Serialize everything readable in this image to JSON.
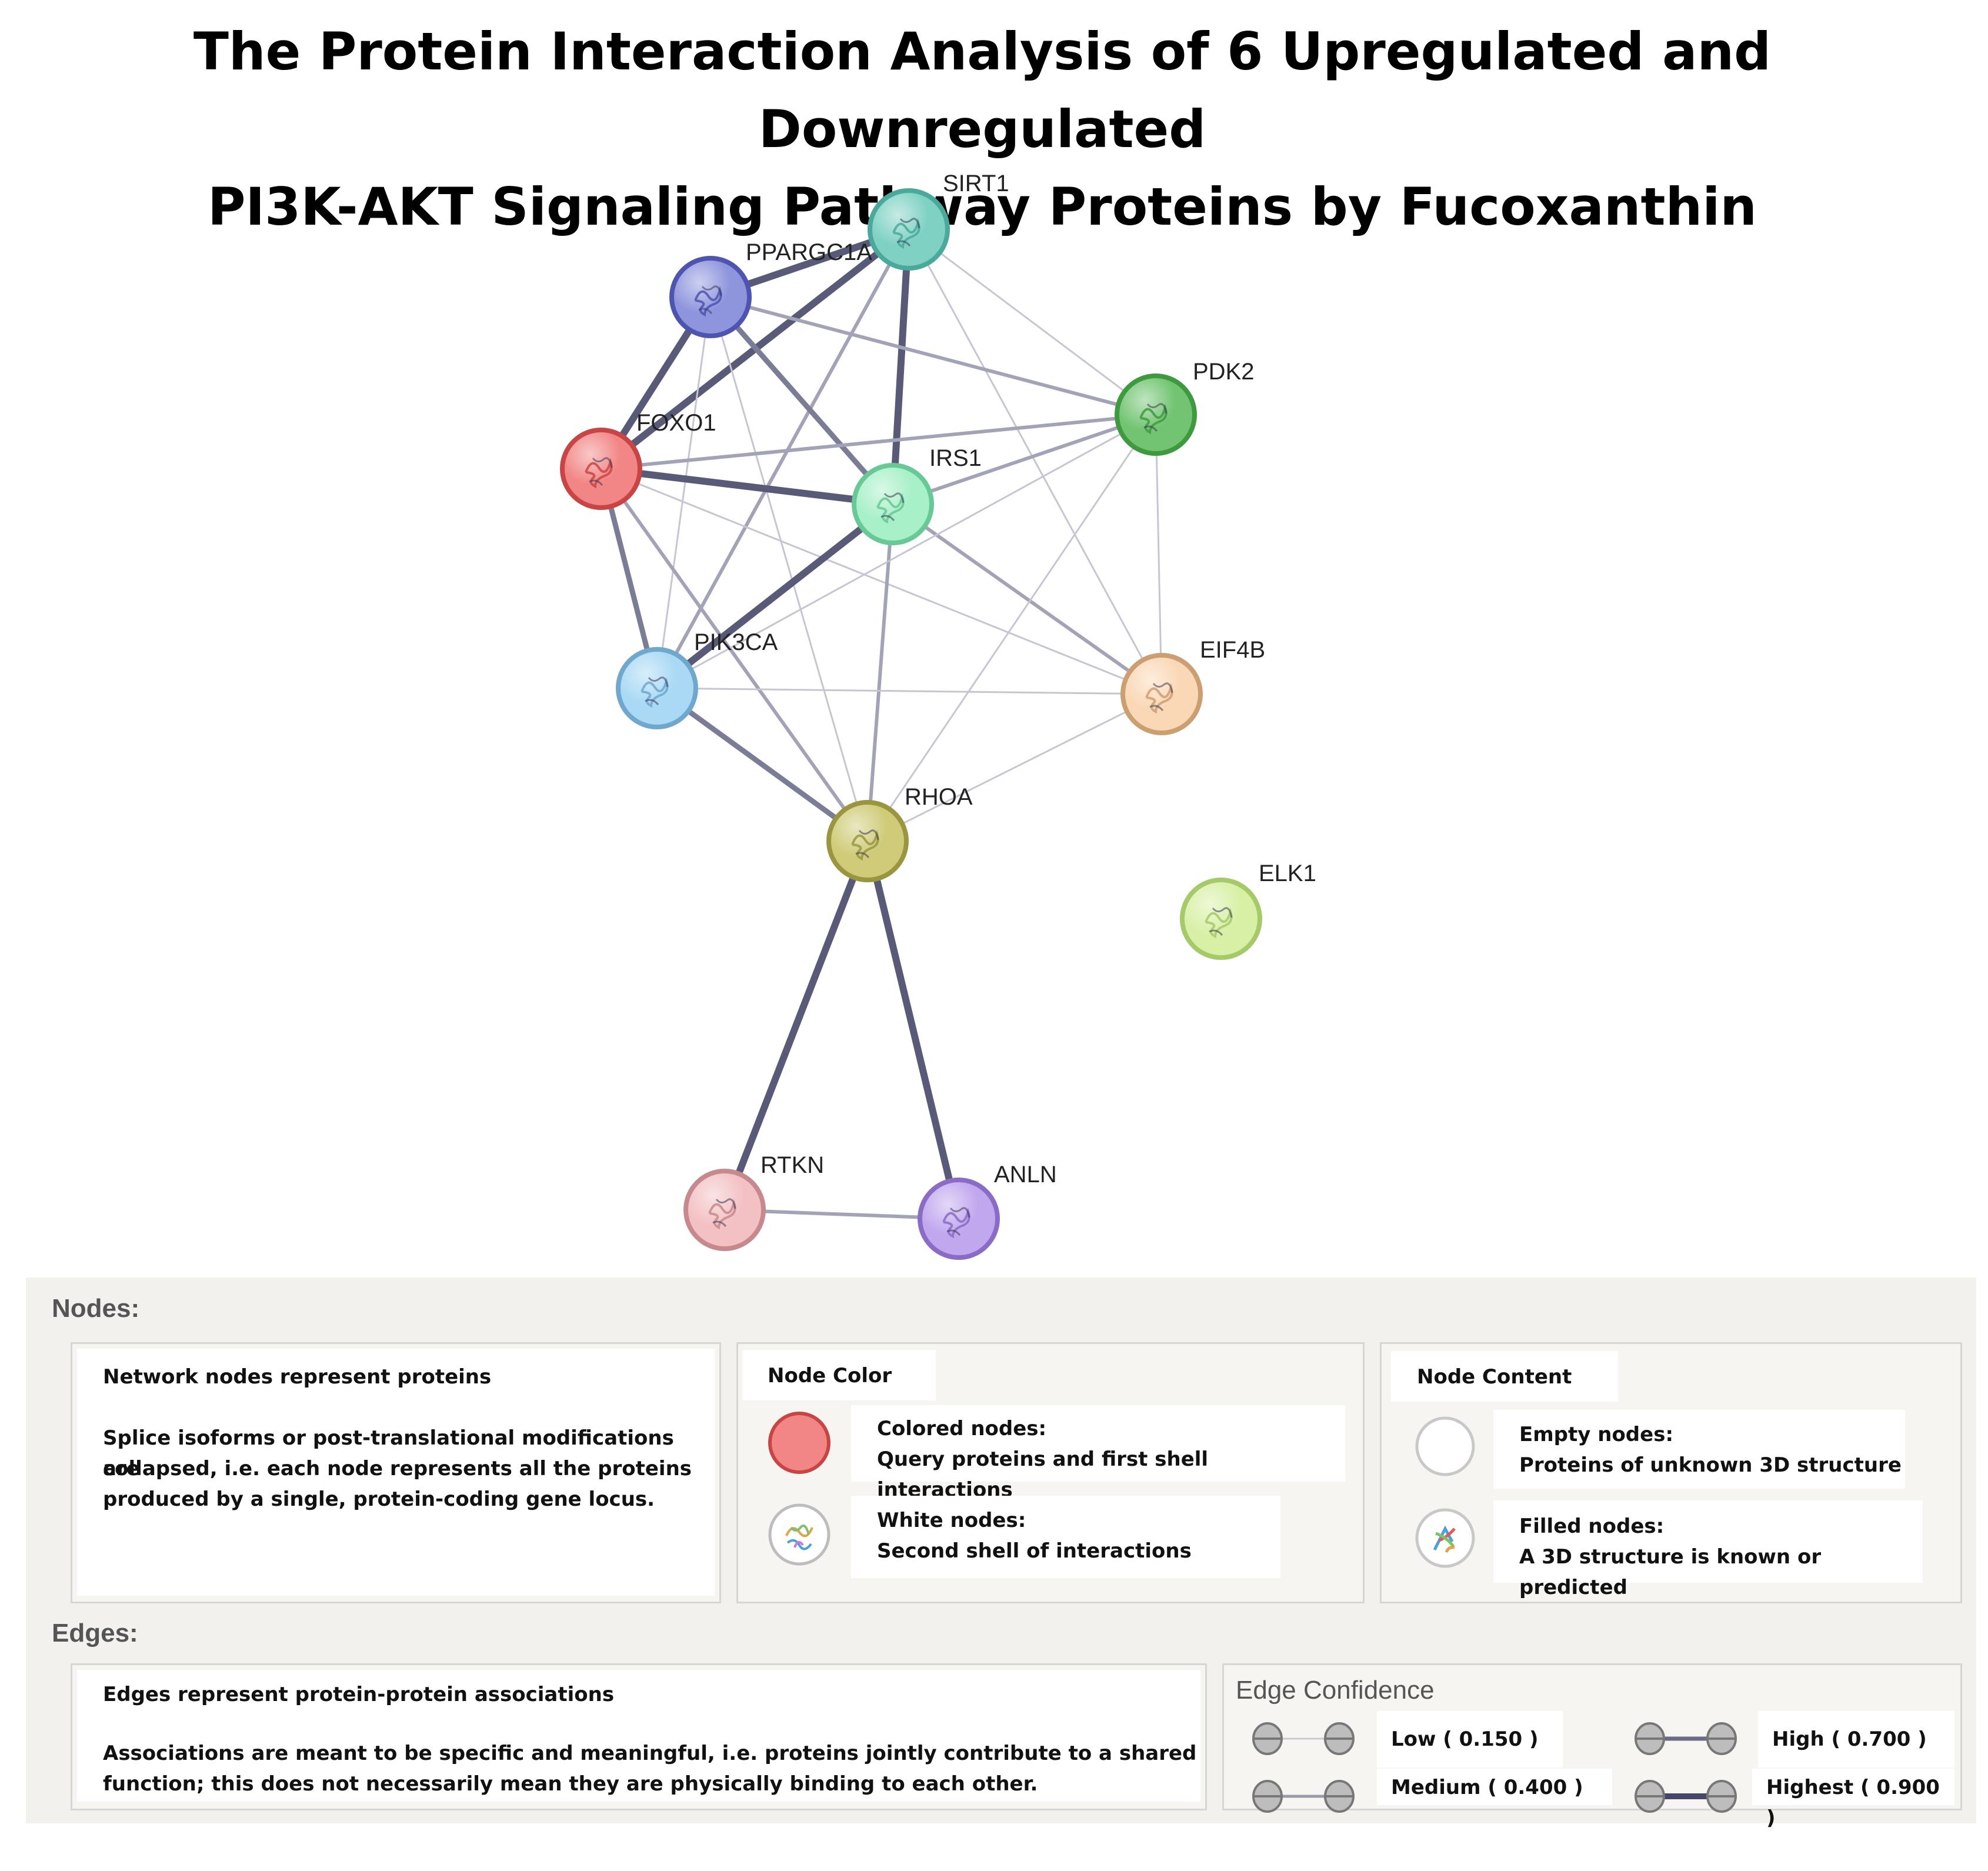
{
  "title": {
    "line1": "The Protein Interaction Analysis of 6 Upregulated and Downregulated",
    "line2": "PI3K-AKT Signaling Pathway Proteins by Fucoxanthin"
  },
  "network": {
    "nodes": [
      {
        "id": "SIRT1",
        "label": "SIRT1",
        "color": "#7fd1c4",
        "stroke": "#4aa99a"
      },
      {
        "id": "PPARGC1A",
        "label": "PPARGC1A",
        "color": "#8f95dd",
        "stroke": "#4d55b0"
      },
      {
        "id": "PDK2",
        "label": "PDK2",
        "color": "#72c472",
        "stroke": "#3f9a3f"
      },
      {
        "id": "FOXO1",
        "label": "FOXO1",
        "color": "#f28585",
        "stroke": "#c94545"
      },
      {
        "id": "IRS1",
        "label": "IRS1",
        "color": "#a8f0c8",
        "stroke": "#68c896"
      },
      {
        "id": "PIK3CA",
        "label": "PIK3CA",
        "color": "#a9d9f4",
        "stroke": "#6fa8cc"
      },
      {
        "id": "EIF4B",
        "label": "EIF4B",
        "color": "#fad7b5",
        "stroke": "#cc9f73"
      },
      {
        "id": "RHOA",
        "label": "RHOA",
        "color": "#cfcb78",
        "stroke": "#9a9640"
      },
      {
        "id": "ELK1",
        "label": "ELK1",
        "color": "#d8f0a6",
        "stroke": "#a6c96a"
      },
      {
        "id": "RTKN",
        "label": "RTKN",
        "color": "#f3c1c4",
        "stroke": "#c68a8e"
      },
      {
        "id": "ANLN",
        "label": "ANLN",
        "color": "#c1a7ee",
        "stroke": "#8a6cc6"
      }
    ],
    "edges": [
      {
        "source": "SIRT1",
        "target": "FOXO1",
        "confidence": "highest"
      },
      {
        "source": "SIRT1",
        "target": "PPARGC1A",
        "confidence": "highest"
      },
      {
        "source": "SIRT1",
        "target": "IRS1",
        "confidence": "highest"
      },
      {
        "source": "SIRT1",
        "target": "PIK3CA",
        "confidence": "medium"
      },
      {
        "source": "SIRT1",
        "target": "PDK2",
        "confidence": "low"
      },
      {
        "source": "SIRT1",
        "target": "EIF4B",
        "confidence": "low"
      },
      {
        "source": "PPARGC1A",
        "target": "FOXO1",
        "confidence": "highest"
      },
      {
        "source": "PPARGC1A",
        "target": "IRS1",
        "confidence": "high"
      },
      {
        "source": "PPARGC1A",
        "target": "PDK2",
        "confidence": "medium"
      },
      {
        "source": "PPARGC1A",
        "target": "RHOA",
        "confidence": "low"
      },
      {
        "source": "PPARGC1A",
        "target": "PIK3CA",
        "confidence": "low"
      },
      {
        "source": "FOXO1",
        "target": "IRS1",
        "confidence": "highest"
      },
      {
        "source": "FOXO1",
        "target": "PIK3CA",
        "confidence": "high"
      },
      {
        "source": "FOXO1",
        "target": "PDK2",
        "confidence": "medium"
      },
      {
        "source": "FOXO1",
        "target": "RHOA",
        "confidence": "medium"
      },
      {
        "source": "FOXO1",
        "target": "EIF4B",
        "confidence": "low"
      },
      {
        "source": "IRS1",
        "target": "PIK3CA",
        "confidence": "highest"
      },
      {
        "source": "IRS1",
        "target": "PDK2",
        "confidence": "medium"
      },
      {
        "source": "IRS1",
        "target": "RHOA",
        "confidence": "medium"
      },
      {
        "source": "IRS1",
        "target": "EIF4B",
        "confidence": "medium"
      },
      {
        "source": "PIK3CA",
        "target": "RHOA",
        "confidence": "high"
      },
      {
        "source": "PIK3CA",
        "target": "EIF4B",
        "confidence": "low"
      },
      {
        "source": "PIK3CA",
        "target": "PDK2",
        "confidence": "low"
      },
      {
        "source": "PDK2",
        "target": "EIF4B",
        "confidence": "low"
      },
      {
        "source": "PDK2",
        "target": "RHOA",
        "confidence": "low"
      },
      {
        "source": "RHOA",
        "target": "EIF4B",
        "confidence": "low"
      },
      {
        "source": "RHOA",
        "target": "RTKN",
        "confidence": "highest"
      },
      {
        "source": "RHOA",
        "target": "ANLN",
        "confidence": "highest"
      },
      {
        "source": "RTKN",
        "target": "ANLN",
        "confidence": "medium"
      }
    ]
  },
  "legend": {
    "nodes_heading": "Nodes:",
    "nodes_intro_title": "Network nodes represent proteins",
    "nodes_intro_l1": "Splice isoforms or post-translational modifications are",
    "nodes_intro_l2": "collapsed, i.e. each node represents all the proteins",
    "nodes_intro_l3": "produced by a single, protein-coding gene locus.",
    "node_color_heading": "Node Color",
    "colored_title": "Colored nodes:",
    "colored_desc": "Query proteins and first shell interactions",
    "white_title": "White nodes:",
    "white_desc": "Second shell of interactions",
    "node_content_heading": "Node Content",
    "empty_title": "Empty nodes:",
    "empty_desc": "Proteins of unknown 3D structure",
    "filled_title": "Filled nodes:",
    "filled_desc": "A 3D structure is known or predicted",
    "edges_heading": "Edges:",
    "edges_intro_title": "Edges represent protein-protein associations",
    "edges_intro_l1": "Associations are meant to be specific and meaningful, i.e. proteins jointly contribute to a shared",
    "edges_intro_l2": "function; this does not necessarily mean they are physically binding to each other.",
    "edge_conf_heading": "Edge Confidence",
    "low": "Low ( 0.150 )",
    "medium": "Medium ( 0.400 )",
    "high": "High ( 0.700 )",
    "highest": "Highest ( 0.900 )"
  }
}
